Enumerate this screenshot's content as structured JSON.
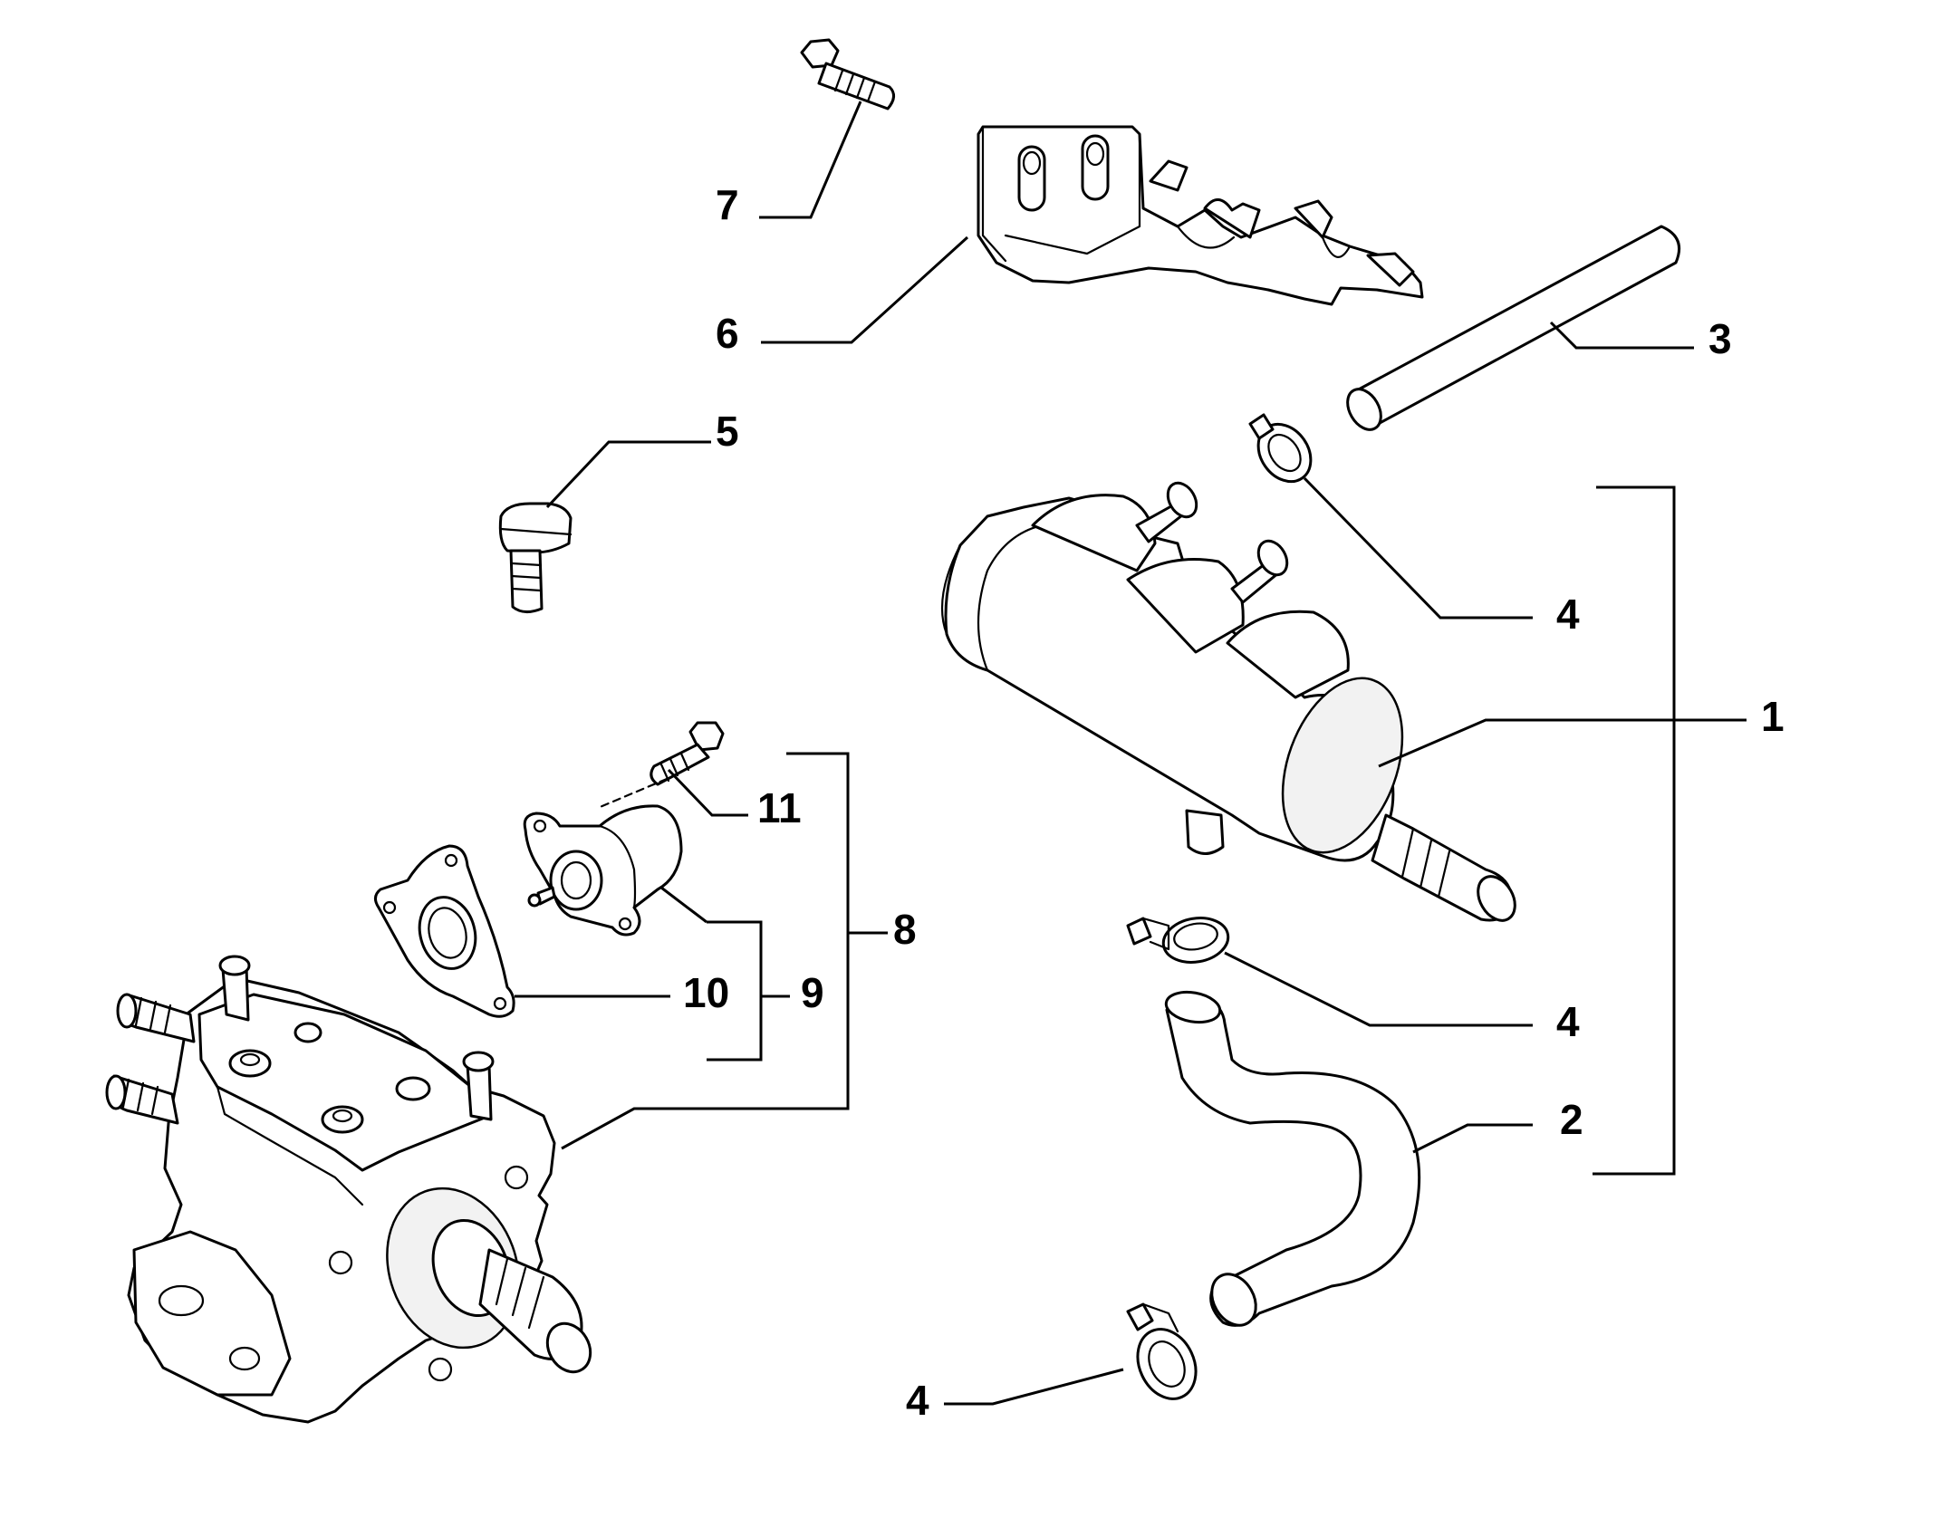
{
  "callouts": {
    "c1": "1",
    "c2": "2",
    "c3": "3",
    "c4a": "4",
    "c4b": "4",
    "c4c": "4",
    "c5": "5",
    "c6": "6",
    "c7": "7",
    "c8": "8",
    "c9": "9",
    "c10": "10",
    "c11": "11"
  }
}
